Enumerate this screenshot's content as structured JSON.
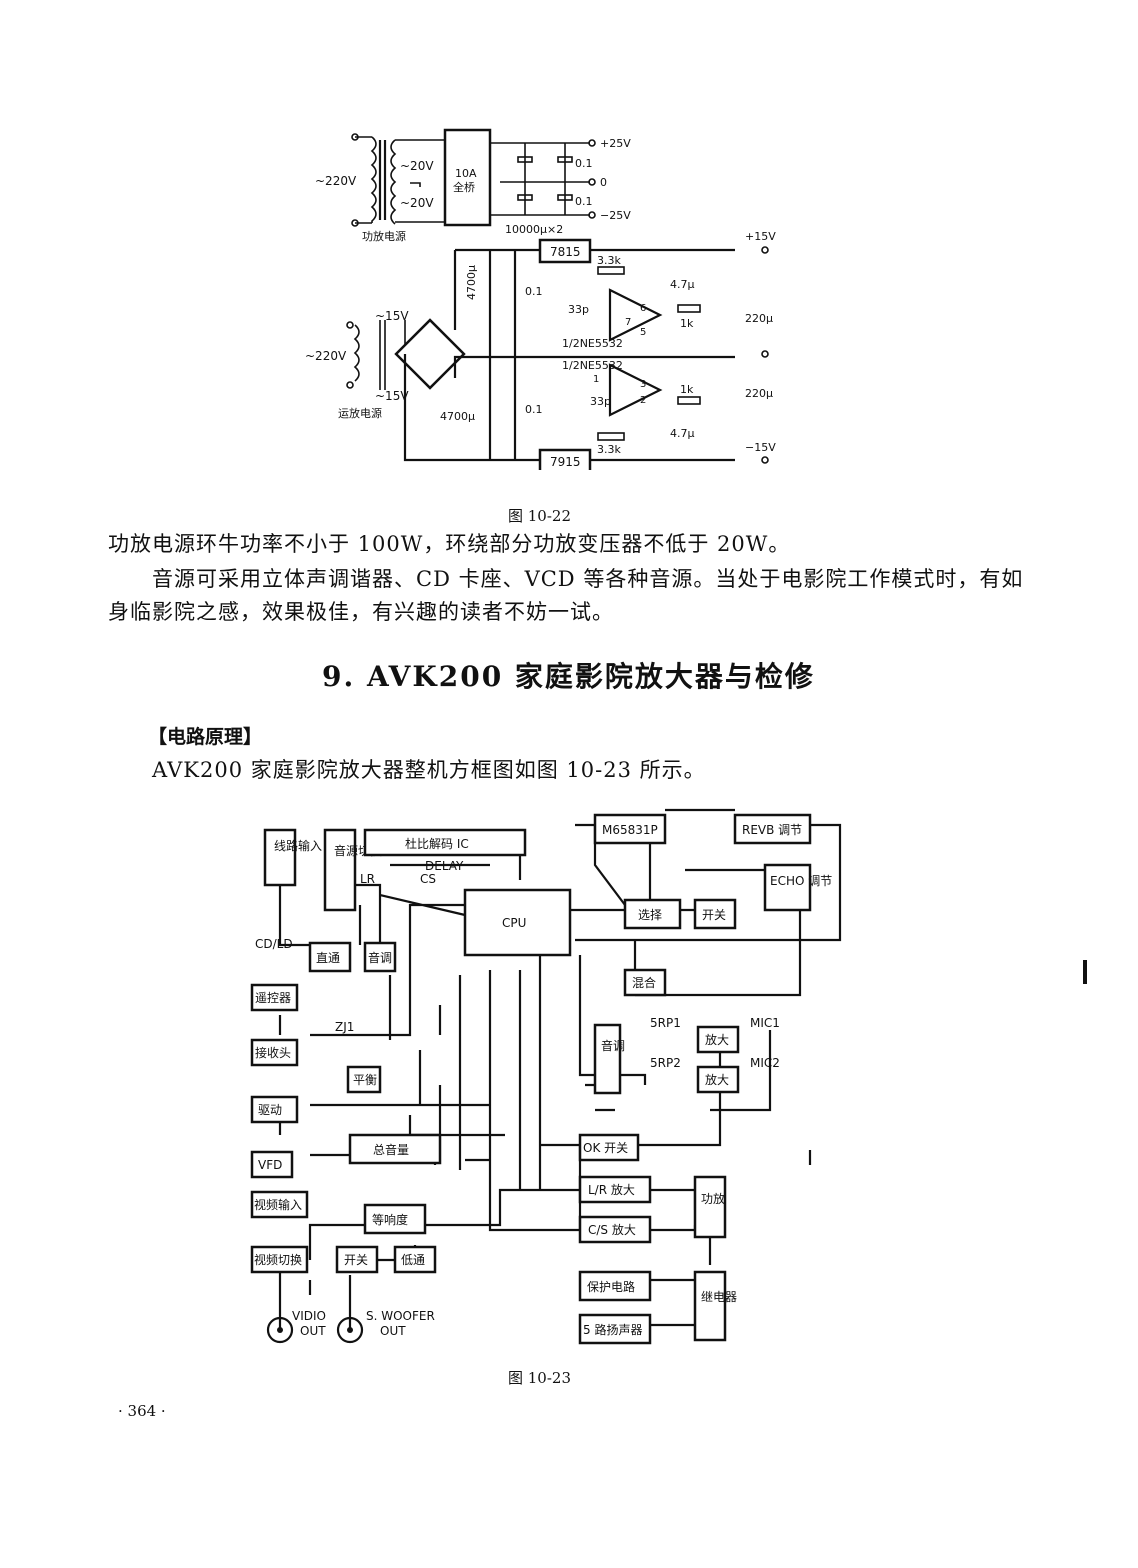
{
  "fig_top": {
    "caption": "图 10-22",
    "labels": {
      "v220a": "~220V",
      "v20a": "~20V",
      "v20b": "~20V",
      "bridge_a": "10A",
      "bridge_b": "全桥",
      "cap": "10000μ×2",
      "p25": "+25V",
      "zero": "0",
      "m25": "−25V",
      "c01a": "0.1",
      "c01b": "0.1",
      "psu1": "功放电源",
      "r7815": "7815",
      "r7915": "7915",
      "p15": "+15V",
      "m15": "−15V",
      "v15a": "~15V",
      "v15b": "~15V",
      "v220b": "~220V",
      "psu2": "运放电源",
      "c4700a": "4700μ",
      "c4700b": "4700μ",
      "c01c": "0.1",
      "c01d": "0.1",
      "r33a": "3.3k",
      "r33b": "3.3k",
      "p33a": "33p",
      "p33b": "33p",
      "c47a": "4.7μ",
      "c47b": "4.7μ",
      "r1ka": "1k",
      "r1kb": "1k",
      "c220a": "220μ",
      "c220b": "220μ",
      "op1": "1/2NE5532",
      "op2": "1/2NE5532",
      "pin7": "7",
      "pin6": "6",
      "pin5": "5",
      "pin1": "1",
      "pin2": "2",
      "pin3": "3"
    }
  },
  "text": {
    "para1": "功放电源环牛功率不小于 100W，环绕部分功放变压器不低于 20W。",
    "para2a": "音源可采用立体声调谐器、CD 卡座、VCD 等各种音源。当处于电影院工作模式时，有如",
    "para2b": "身临影院之感，效果极佳，有兴趣的读者不妨一试。",
    "section_title": "9. AVK200 家庭影院放大器与检修",
    "subhead": "【电路原理】",
    "para3": "AVK200 家庭影院放大器整机方框图如图 10-23 所示。"
  },
  "fig_block": {
    "caption": "图 10-23",
    "blocks": {
      "line_in": "线路输入",
      "src_sw": "音源切换",
      "dolby": "杜比解码 IC",
      "m65831": "M65831P",
      "revb": "REVB 调节",
      "echo": "ECHO 调节",
      "cpu": "CPU",
      "select": "选择",
      "switch1": "开关",
      "direct": "直通",
      "tone1": "音调",
      "remote": "遥控器",
      "receiver": "接收头",
      "mix": "混合",
      "tone2": "音调",
      "amp1": "放大",
      "amp2": "放大",
      "balance": "平衡",
      "driver": "驱动",
      "vfd": "VFD",
      "master_vol": "总音量",
      "ok_sw": "OK 开关",
      "video_in": "视频输入",
      "loudness": "等响度",
      "lr_amp": "L/R 放大",
      "cs_amp": "C/S 放大",
      "power_amp": "功放",
      "video_sw": "视频切换",
      "switch2": "开关",
      "lowpass": "低通",
      "protect": "保护电路",
      "relay": "继电器",
      "speakers": "5 路扬声器"
    },
    "labels": {
      "lr": "LR",
      "cs": "CS",
      "delay": "DELAY",
      "cdld": "CD/LD",
      "zj1": "ZJ1",
      "rp1": "5RP1",
      "rp2": "5RP2",
      "mic1": "MIC1",
      "mic2": "MIC2",
      "video_out1": "VIDIO",
      "video_out2": "OUT",
      "sw_out1": "S. WOOFER",
      "sw_out2": "OUT"
    }
  },
  "page_number": "· 364 ·"
}
